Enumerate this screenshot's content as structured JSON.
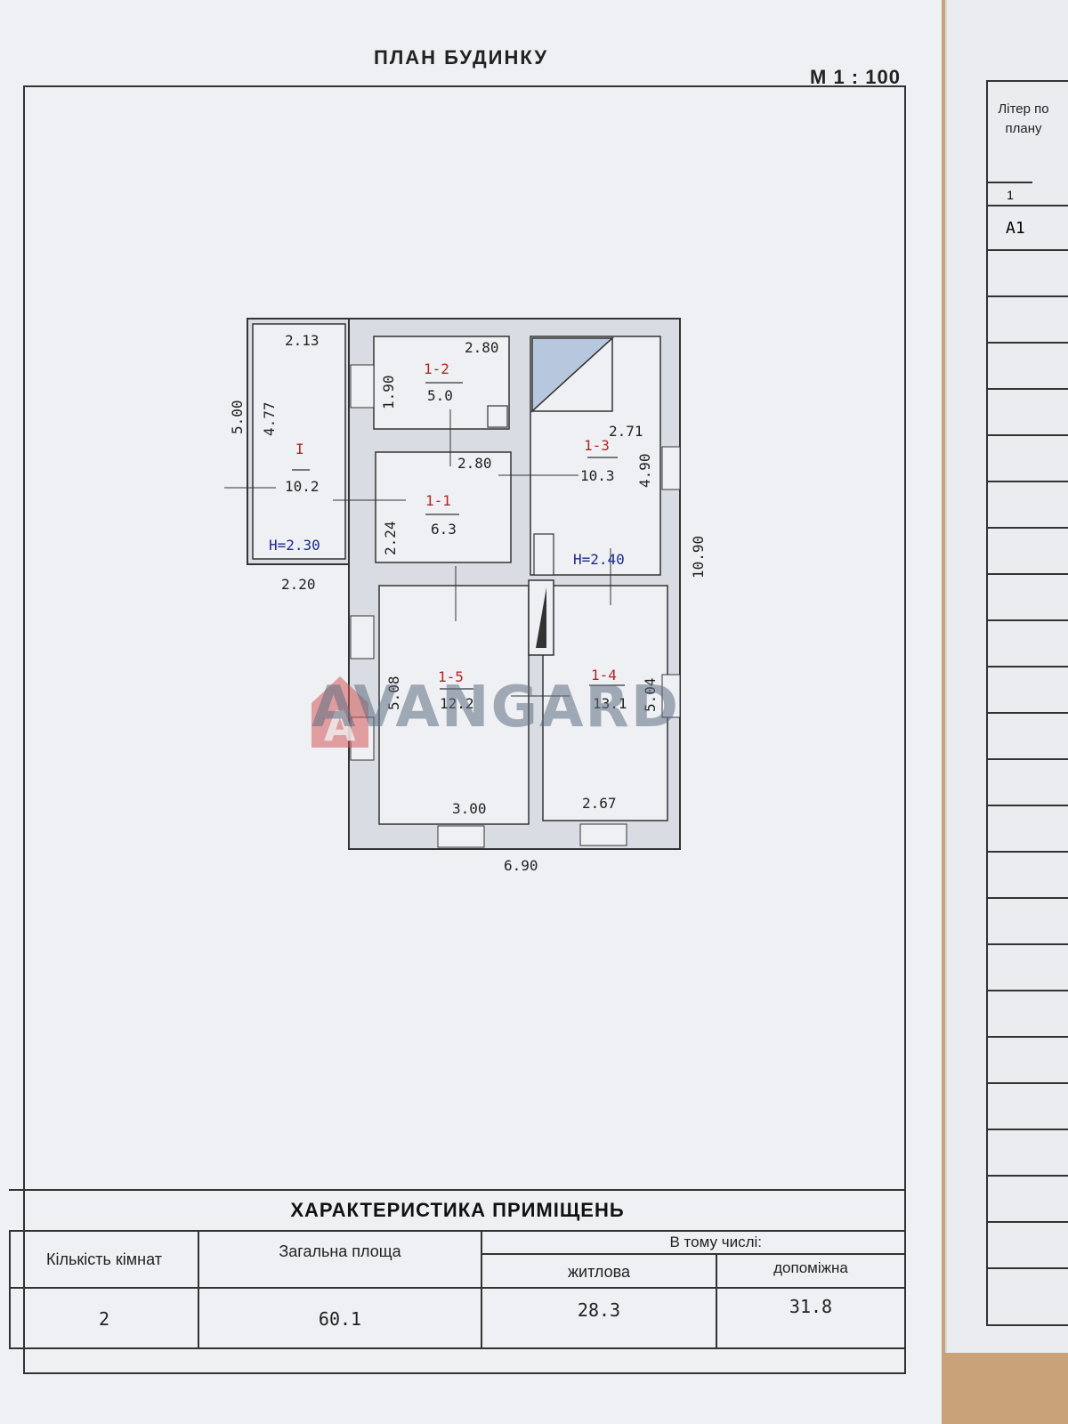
{
  "header": {
    "title": "ПЛАН  БУДИНКУ",
    "scale": "М  1 : 100"
  },
  "plan": {
    "rooms": [
      {
        "id": "I",
        "area": "10.2"
      },
      {
        "id": "1-1",
        "area": "6.3"
      },
      {
        "id": "1-2",
        "area": "5.0"
      },
      {
        "id": "1-3",
        "area": "10.3"
      },
      {
        "id": "1-4",
        "area": "13.1"
      },
      {
        "id": "1-5",
        "area": "12.2"
      }
    ],
    "dimensions": [
      "2.13",
      "5.00",
      "4.77",
      "2.20",
      "2.80",
      "1.90",
      "2.80",
      "2.24",
      "2.71",
      "4.90",
      "10.90",
      "5.08",
      "5.04",
      "3.00",
      "2.67",
      "6.90"
    ],
    "heights": [
      "Н=2.30",
      "Н=2.40"
    ]
  },
  "watermark": "AVANGARD",
  "characteristics": {
    "title": "ХАРАКТЕРИСТИКА   ПРИМІЩЕНЬ",
    "including_label": "В тому числі:",
    "col_rooms": "Кількість кімнат",
    "col_total": "Загальна площа",
    "col_living": "житлова",
    "col_aux": "допоміжна",
    "rooms_value": "2",
    "total_value": "60.1",
    "living_value": "28.3",
    "aux_value": "31.8"
  },
  "side_table": {
    "header": "Літер по плану",
    "col_number": "1",
    "letter": "А1"
  }
}
